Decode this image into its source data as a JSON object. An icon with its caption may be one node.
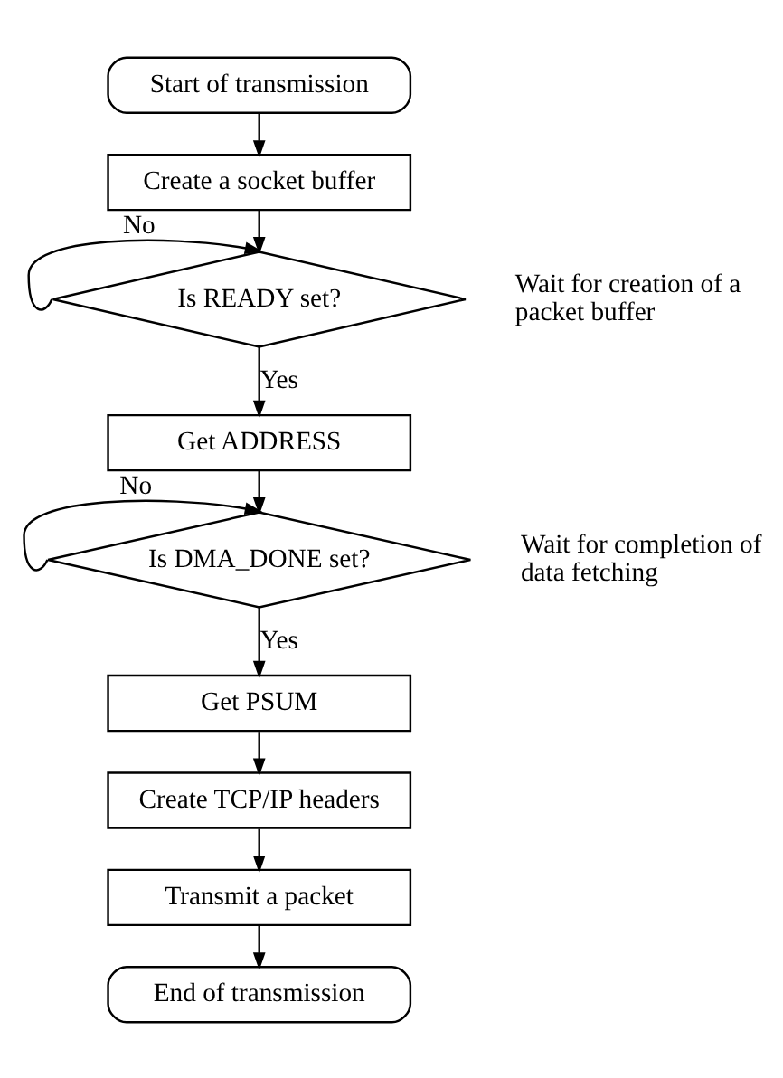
{
  "diagram": {
    "nodes": [
      {
        "text": [
          "Start of transmission"
        ]
      },
      {
        "text": [
          "Create a socket buffer"
        ]
      },
      {
        "text": [
          "Is READY set?"
        ],
        "beside": [
          "Wait for creation of a packet buffer"
        ]
      },
      {
        "text": [
          "Get ADDRESS"
        ]
      },
      {
        "text": [
          "Is DMA_DONE set?"
        ],
        "beside": [
          "Wait for completion of data fetching"
        ]
      },
      {
        "text": [
          "Get PSUM"
        ]
      },
      {
        "text": [
          "Create TCP/IP headers"
        ]
      },
      {
        "text": [
          "Transmit a packet"
        ]
      },
      {
        "text": [
          "End of transmission"
        ]
      }
    ],
    "edges": [
      {
        "from": 0,
        "to": 1,
        "arrow": "to"
      },
      {
        "from": 1,
        "to": 2,
        "arrow": "to"
      },
      {
        "from": 2,
        "to": 2,
        "label": "No",
        "arrow": "to"
      },
      {
        "from": 2,
        "to": 3,
        "label": "Yes",
        "arrow": "to"
      },
      {
        "from": 3,
        "to": 4,
        "arrow": "to"
      },
      {
        "from": 4,
        "to": 4,
        "label": "No",
        "arrow": "to"
      },
      {
        "from": 4,
        "to": 5,
        "label": "Yes",
        "arrow": "to"
      },
      {
        "from": 5,
        "to": 6,
        "arrow": "to"
      },
      {
        "from": 6,
        "to": 7,
        "arrow": "to"
      },
      {
        "from": 7,
        "to": 8,
        "arrow": "to"
      }
    ]
  }
}
